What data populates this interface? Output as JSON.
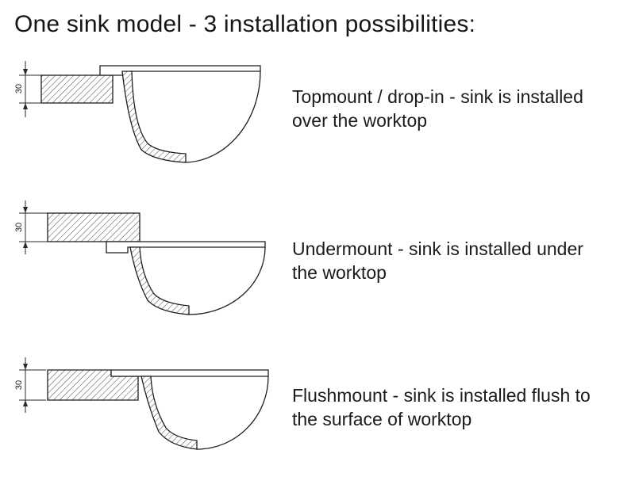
{
  "title": "One sink model - 3 installation possibilities:",
  "rows": [
    {
      "id": "topmount",
      "dimension": "30",
      "caption": "Topmount / drop-in - sink is installed over the worktop"
    },
    {
      "id": "undermount",
      "dimension": "30",
      "caption": "Undermount - sink is installed under the worktop"
    },
    {
      "id": "flushmount",
      "dimension": "30",
      "caption": "Flushmount - sink is installed flush to the surface of worktop"
    }
  ],
  "colors": {
    "ink": "#1b1b1b",
    "line": "#1f1f1f",
    "hatch": "#4a4a4a",
    "background": "#ffffff"
  }
}
